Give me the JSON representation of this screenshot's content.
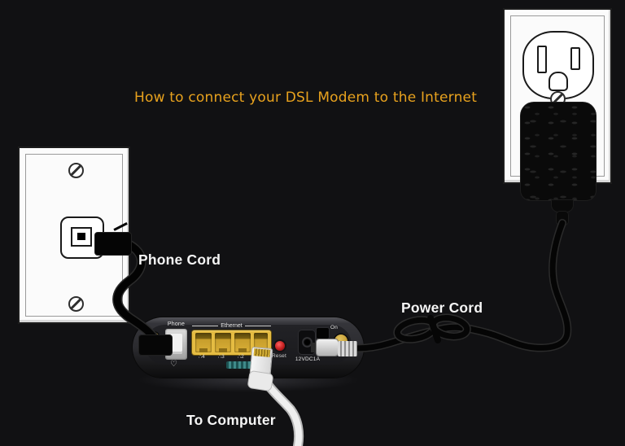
{
  "title": {
    "text": "How to connect your DSL Modem to the Internet"
  },
  "labels": {
    "phone_cord": "Phone Cord",
    "power_cord": "Power Cord",
    "to_computer": "To Computer"
  },
  "modem": {
    "phone_port_label": "Phone",
    "ethernet_label": "Ethernet",
    "ethernet_port_labels": [
      "4",
      "3",
      "2"
    ],
    "reset_label": "Reset",
    "power_port_label": "12VDC1A",
    "power_switch_label": "On"
  },
  "icons": {
    "phone_handset": "♡",
    "ethernet_port_cluster": "∴"
  },
  "colors": {
    "background": "#111113",
    "title_orange": "#E8A21E",
    "label_white": "#F5F5F5",
    "ethernet_yellow": "#E5BC42",
    "reset_red": "#C62828",
    "antenna_gold": "#C9A23A",
    "sticker_teal": "#2E7272",
    "modem_body": "#2B2B2E"
  }
}
